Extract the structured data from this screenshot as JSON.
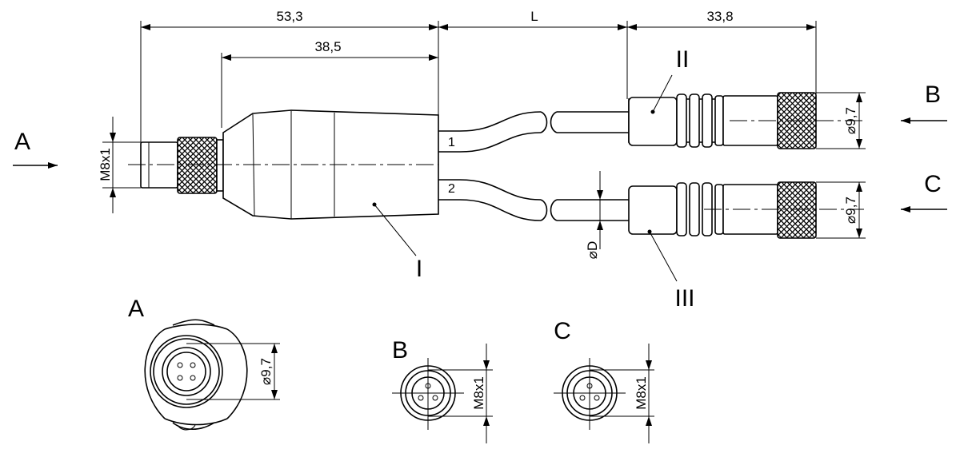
{
  "dimensions": {
    "overall_length": "53,3",
    "housing_length": "38,5",
    "cable_length": "L",
    "connector_length": "33,8",
    "thread_main": "M8x1",
    "diameter_b": "⌀9,7",
    "diameter_c": "⌀9,7",
    "cable_diameter": "⌀D",
    "view_a_diameter": "⌀9,7",
    "view_b_thread": "M8x1",
    "view_c_thread": "M8x1"
  },
  "labels": {
    "view_a_arrow": "A",
    "view_b_arrow": "B",
    "view_c_arrow": "C",
    "branch_1": "1",
    "branch_2": "2",
    "part_i": "I",
    "part_ii": "II",
    "part_iii": "III",
    "view_a_title": "A",
    "view_b_title": "B",
    "view_c_title": "C"
  },
  "colors": {
    "line": "#000000",
    "background": "#ffffff"
  }
}
